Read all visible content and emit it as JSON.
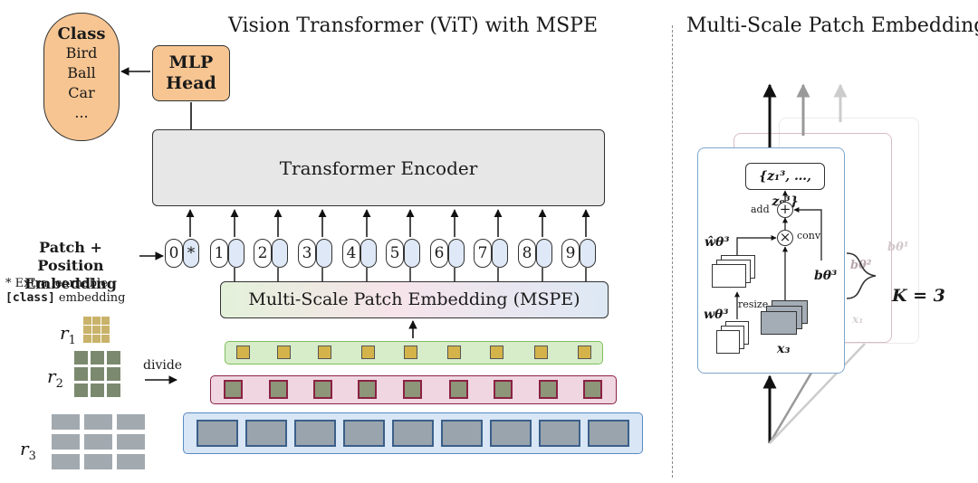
{
  "left_title": "Vision Transformer (ViT)  with MSPE",
  "right_title": "Multi-Scale Patch Embedding",
  "class_box": {
    "heading": "Class",
    "items": [
      "Bird",
      "Ball",
      "Car",
      "..."
    ]
  },
  "mlp_head": {
    "line1": "MLP",
    "line2": "Head"
  },
  "encoder_label": "Transformer Encoder",
  "mspe_label": "Multi-Scale Patch Embedding (MSPE)",
  "patch_position": {
    "line1": "Patch + Position",
    "line2": "Embedding"
  },
  "note": {
    "line1": "* Extra learnable",
    "code": "[class]",
    "line2": " embedding"
  },
  "tokens": [
    "0",
    "*",
    "1",
    "2",
    "3",
    "4",
    "5",
    "6",
    "7",
    "8",
    "9"
  ],
  "scales": [
    {
      "letter": "r",
      "sub": "1"
    },
    {
      "letter": "r",
      "sub": "2"
    },
    {
      "letter": "r",
      "sub": "3"
    }
  ],
  "divide_label": "divide",
  "right_panel": {
    "z_set": "{z₁³, …, z₉³}",
    "add_label": "add",
    "conv_label": "conv",
    "resize_label": "resize",
    "w_hat": "ŵθ³",
    "w": "wθ³",
    "b": "bθ³",
    "b2": "bθ²",
    "b1": "bθ¹",
    "x": "x₃",
    "x1": "x₁",
    "k_label": "K = 3"
  },
  "colors": {
    "orange": "#f7c592",
    "green_row": "#7fbf5e",
    "pink_row": "#8b2244",
    "blue_row": "#5a8ac6",
    "panel_blue": "#7fa6cc",
    "panel_pink": "#c9a7b5"
  }
}
